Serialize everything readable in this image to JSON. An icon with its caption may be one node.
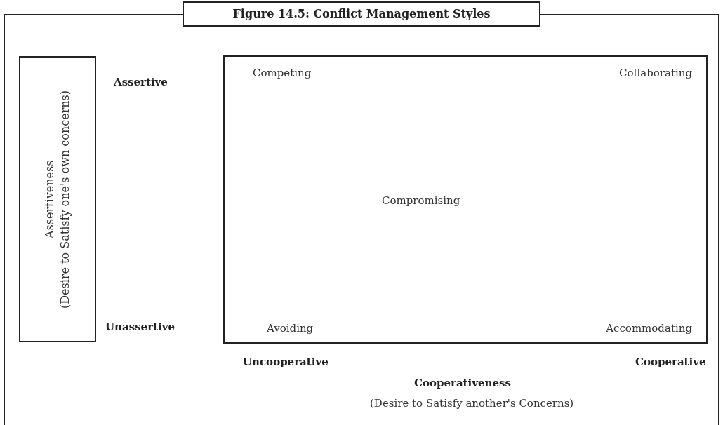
{
  "diagram": {
    "nodes": [
      {
        "text": [
          "Figure 14.5: Conflict Management Styles"
        ]
      },
      {
        "text": [
          "Assertiveness",
          "(Desire to Satisfy one's own concerns)"
        ],
        "in": 0
      },
      {
        "text": [
          "Competing",
          "Collaborating",
          "Compromising",
          "Avoiding",
          "Accommodating"
        ],
        "in": 0
      }
    ],
    "edges": [],
    "labels": [
      "Assertive",
      "Unassertive",
      "Uncooperative",
      "Cooperative",
      "Cooperativeness",
      "(Desire to Satisfy another's Concerns)"
    ]
  }
}
